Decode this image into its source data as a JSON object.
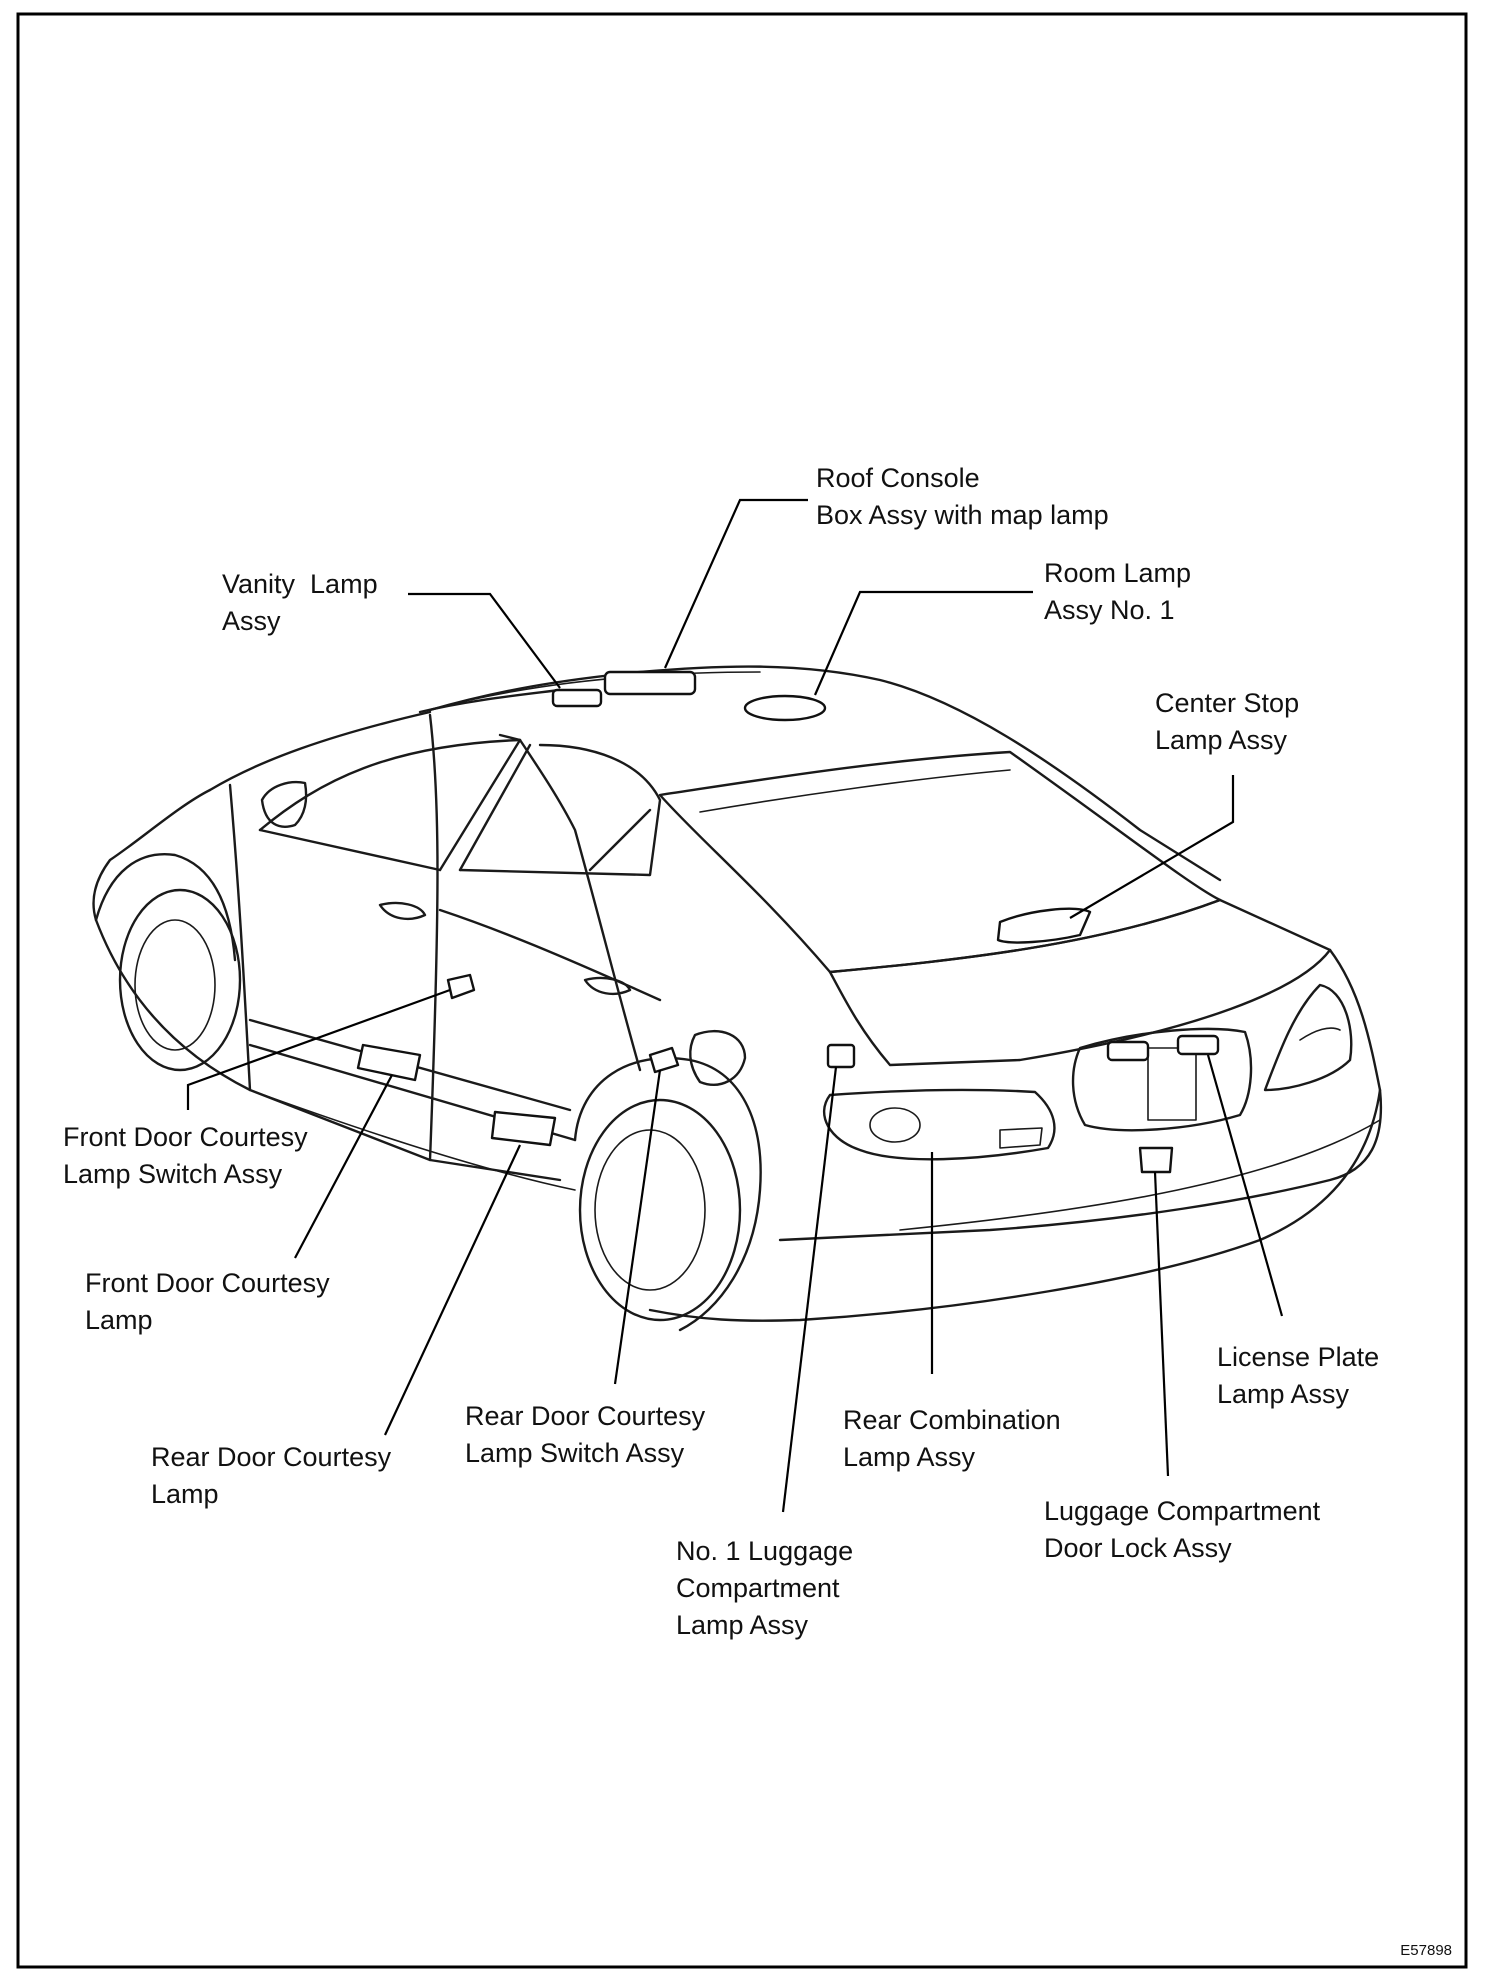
{
  "labels": {
    "roof_console": [
      "Roof Console",
      "Box Assy with map lamp"
    ],
    "vanity_lamp": [
      "Vanity  Lamp",
      "Assy"
    ],
    "room_lamp": [
      "Room Lamp",
      "Assy No. 1"
    ],
    "center_stop_lamp": [
      "Center Stop",
      "Lamp Assy"
    ],
    "front_door_courtesy_switch": [
      "Front Door Courtesy",
      "Lamp Switch Assy"
    ],
    "front_door_courtesy_lamp": [
      "Front Door Courtesy",
      "Lamp"
    ],
    "rear_door_courtesy_lamp": [
      "Rear Door Courtesy",
      "Lamp"
    ],
    "rear_door_courtesy_switch": [
      "Rear Door Courtesy",
      "Lamp Switch Assy"
    ],
    "rear_combination_lamp": [
      "Rear Combination",
      "Lamp Assy"
    ],
    "license_plate_lamp": [
      "License Plate",
      "Lamp Assy"
    ],
    "luggage_door_lock": [
      "Luggage Compartment",
      "Door Lock Assy"
    ],
    "no1_luggage_lamp": [
      "No. 1 Luggage",
      "Compartment",
      "Lamp Assy"
    ]
  },
  "figure_code": "E57898"
}
